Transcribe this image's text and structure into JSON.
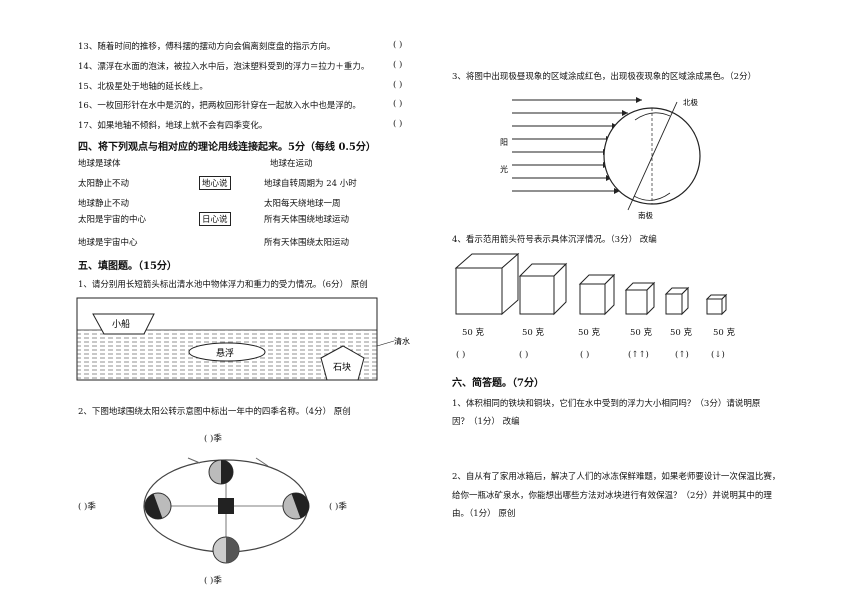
{
  "tf_items": [
    {
      "text": "13、随着时间的推移，傅科摆的摆动方向会偏离刻度盘的指示方向。",
      "paren": "(      )"
    },
    {
      "text": "14、漂浮在水面的泡沫，被拉入水中后，泡沫塑料受到的浮力＝拉力＋重力。",
      "paren": "(      )"
    },
    {
      "text": "15、北极星处于地轴的延长线上。",
      "paren": "(      )"
    },
    {
      "text": "16、一枚回形针在水中是沉的，把两枚回形针穿在一起放入水中也是浮的。",
      "paren": "(      )"
    },
    {
      "text": "17、如果地轴不倾斜，地球上就不会有四季变化。",
      "paren": "(      )"
    }
  ],
  "section4": {
    "title": "四、将下列观点与相对应的理论用线连接起来。5分（每线 0.5分）",
    "left": [
      "地球是球体",
      "太阳静止不动",
      "地球静止不动",
      "太阳是宇宙的中心",
      "地球是宇宙中心"
    ],
    "middle": [
      "地心说",
      "日心说"
    ],
    "right": [
      "地球在运动",
      "地球自转周期为 24 小时",
      "太阳每天绕地球一周",
      "所有天体围绕地球运动",
      "所有天体围绕太阳运动"
    ]
  },
  "section5": {
    "title": "五、填图题。（15分）",
    "q1": "1、请分别用长短箭头标出清水池中物体浮力和重力的受力情况。（6分）   原创",
    "q1_labels": {
      "boat": "小船",
      "float": "悬浮",
      "stone": "石块",
      "water": "清水"
    },
    "q2": "2、下图地球围绕太阳公转示意图中标出一年中的四季名称。（4分）    原创",
    "season_label": "(       )季"
  },
  "right_col": {
    "q3": "3、将图中出现极昼现象的区域涂成红色，出现极夜现象的区域涂成黑色。（2分）",
    "q3_labels": {
      "north": "北极",
      "south": "南极",
      "sun1": "阳",
      "sun2": "光"
    },
    "q4": "4、看示范用箭头符号表示具体沉浮情况。（3分）   改编",
    "cube_weight": "50 克",
    "cube_answers": [
      "(      )",
      "(      )",
      "(      )",
      "(↑↑)",
      "(↑)",
      "(↓)"
    ]
  },
  "section6": {
    "title": "六、简答题。（7分）",
    "q1_line1": "1、体积相同的铁块和铜块，它们在水中受到的浮力大小相同吗？（3分）请说明原",
    "q1_line2": "因？（1分）    改编",
    "q2_line1": "2、自从有了家用冰箱后，解决了人们的冰冻保鲜难题，如果老师要设计一次保温比赛，",
    "q2_line2": "给你一瓶冰矿泉水，你能想出哪些方法对冰块进行有效保温？（2分）并说明其中的理",
    "q2_line3": "由。（1分）     原创"
  }
}
